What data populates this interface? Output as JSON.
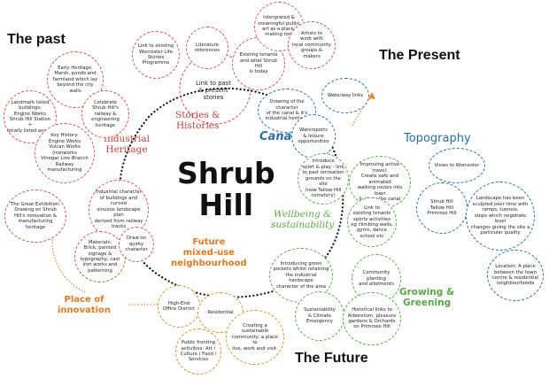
{
  "headings": {
    "past": "The past",
    "present": "The Present",
    "future": "The Future"
  },
  "title": "Shrub\nHill",
  "themes": {
    "stories": "Stories &\nHistories",
    "industrial": "Industrial\nHeritage",
    "canal": "Canal",
    "topography": "Topography",
    "wellbeing": "Wellbeing &\nsustainability",
    "growing": "Growing &\nGreening",
    "future_mixed": "Future\nmixed-use\nneighbourhood",
    "place": "Place of\ninnovation"
  },
  "center_circle": "Link to past\n& present\nstories",
  "nodes": {
    "link_existing": "Link to existing\nWorcester Life\nStories Programme",
    "literature": "Literature\nreferences",
    "existing_tenants": "Existing tenants\nand what Shrub Hill\nis today",
    "integrated_art": "Intergrated &\nmeaningful public\nart as a place-\nmaking tool",
    "artists": "Artists to\nwork with\nlocal community\ngroups &\nmakers",
    "early_heritage": "Early Heritage:\nMarsh, ponds and\nfarmland which lay\nbeyond the city walls",
    "landmark": "Landmark listed\nbuildings:\nEngine Works\nShrub Hill Station +\nlocally listed assets",
    "celebrate": "Celebrate\nShrub Hill's\nrailway &\nengineering\nheritage",
    "key_history": "Key History:\nEngine Works\nVulcan Works (ironworks\nVinegar Line Branch\nRailway manufacturing",
    "great_exhibition": "The Great Exhibition:\nDrawing on Shrub\nHill's innovation &\nmanufacturing heritage",
    "industrial_character": "Industrial character\nof buildings and curved\nsinuous landscape plan\nderived from railway\ntracks",
    "materials": "Materials:\nBrick, painted\nsignage &\ntypography, cast\niron works and\npatterning",
    "quirky": "Draw on\nquirky\ncharacter",
    "waterway": "Waterway links",
    "drawing_canal": "Drawing of the character\nof the canal & it's\nindustrial heritage",
    "watersports": "Watersports\n& leisure\nopportunities",
    "introduce_sport": "Introduce\nsport & play - link\nto past recreation\ngrounds on the site\n(now Tallow Hill\ncemetery)",
    "active_travel": "Improving active travel:\nCreate safe and animated\nwalking routes into town\n& along the canal",
    "link_tenants": "Link to\nexisting tenants\nsports activities\neg climbing walls,\ngyms, dance\nschool etc",
    "views_worcester": "Views to Worcester",
    "shrub_hill_tallow": "Shrub Hill\nTallow Hill\nPrimrose Hill",
    "landscape_sculpted": "Landscape has been\nsculpted over time with\nramps, tunnels,\nsteps which negotiate level\nchanges giving the site a\nparticular quality",
    "location": "Location: A place\nbetween the town\ncentre & residential\nneighbourhoods",
    "green_pockets": "Introducing green\npockets whilst retaining\nthe industrial hardscape\ncharacter of the area",
    "community_planting": "Community\nplanting\nand allotments",
    "sustainability": "Sustainability\n& Climate\nEmergency",
    "historical_links": "Historical links to\nArboretum, pleasure\ngardens & Orchards\non Primrose Hill",
    "high_end": "High-End\nOffice District",
    "residential": "Residential",
    "public_fronting": "Public fronting\nactivities: Art /\nCulture / Food /\nServices",
    "sustainable_community": "Creating a sustainable\ncommunity: a place to\nlive, work and visit."
  },
  "colors": {
    "red": "#d9534f",
    "blue": "#2a6fa8",
    "green": "#59a84a",
    "orange": "#e8892b",
    "heading": "#111111"
  }
}
